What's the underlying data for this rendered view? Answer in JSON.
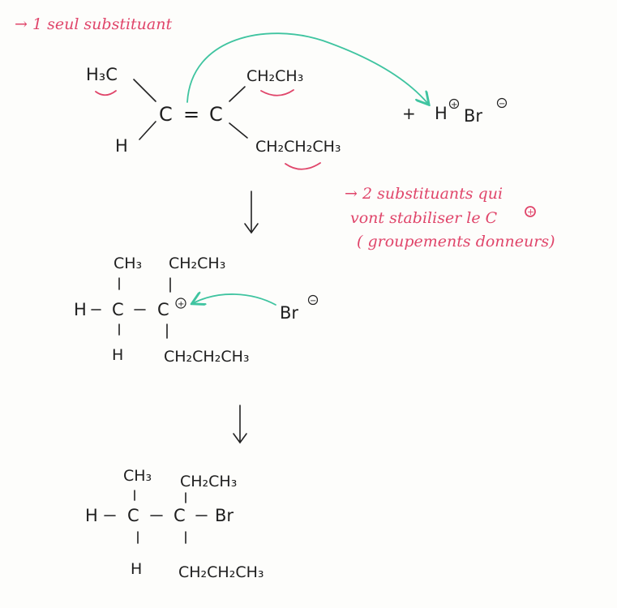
{
  "notes": {
    "one_substituent": "→ 1 seul substituant",
    "two_substituents_line1": "→ 2 substituants qui",
    "two_substituents_line2": "vont stabiliser le C",
    "two_substituents_line3": "( groupements donneurs)"
  },
  "reactant": {
    "h3c": "H₃C",
    "ch2ch3": "CH₂CH₃",
    "h": "H",
    "c_left": "C",
    "double_bond": "=",
    "c_right": "C",
    "propyl": "CH₂CH₂CH₃",
    "plus": "+",
    "hbr_h": "H",
    "hbr_br": "Br"
  },
  "intermediate": {
    "ch3": "CH₃",
    "ch2ch3": "CH₂CH₃",
    "h_left": "H",
    "c1": "C",
    "c2": "C",
    "h_bottom": "H",
    "propyl": "CH₂CH₂CH₃",
    "br": "Br"
  },
  "product": {
    "ch3": "CH₃",
    "ch2ch3": "CH₂CH₃",
    "h_left": "H",
    "c1": "C",
    "c2": "C",
    "br": "Br",
    "h_bottom": "H",
    "propyl": "CH₂CH₂CH₃"
  },
  "charges": {
    "plus": "+",
    "minus": "−"
  },
  "colors": {
    "annotation": "#e0456a",
    "arrow": "#3fc4a0",
    "ink": "#1e1e1e"
  }
}
